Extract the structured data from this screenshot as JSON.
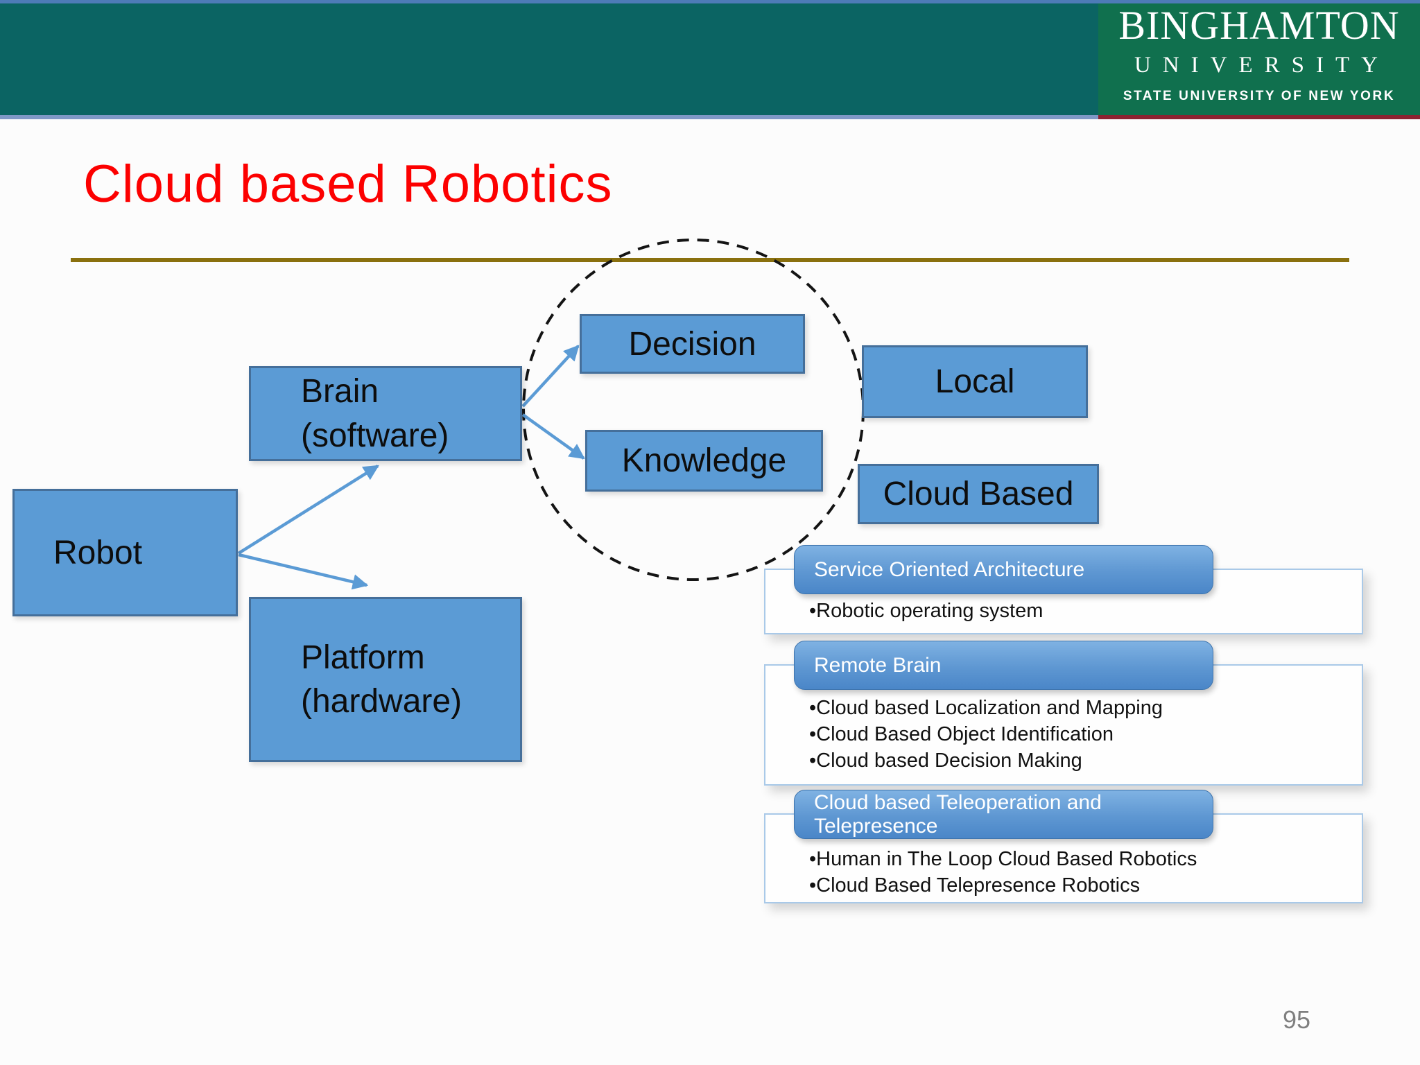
{
  "banner": {
    "logo": {
      "name": "BINGHAMTON",
      "type": "UNIVERSITY",
      "tagline": "STATE UNIVERSITY OF NEW YORK"
    }
  },
  "slide": {
    "title": "Cloud based Robotics",
    "page_number": "95"
  },
  "diagram": {
    "robot": "Robot",
    "brain_line1": "Brain",
    "brain_line2": "(software)",
    "platform_line1": "Platform",
    "platform_line2": "(hardware)",
    "decision": "Decision",
    "knowledge": "Knowledge",
    "local": "Local",
    "cloud_based": "Cloud Based"
  },
  "panels": [
    {
      "header": "Service Oriented Architecture",
      "bullets": [
        "Robotic operating system"
      ]
    },
    {
      "header": "Remote Brain",
      "bullets": [
        "Cloud based Localization and Mapping",
        "Cloud Based Object Identification",
        "Cloud based Decision Making"
      ]
    },
    {
      "header": "Cloud based Teleoperation and Telepresence",
      "bullets": [
        "Human in The Loop Cloud Based Robotics",
        "Cloud Based Telepresence Robotics"
      ]
    }
  ],
  "colors": {
    "box_blue": "#5b9bd5",
    "box_border": "#456f9a",
    "arrow_blue": "#5b9bd5",
    "title_red": "#fc0000",
    "gold_divider": "#8a700e",
    "banner_teal": "#0b6463",
    "logo_green": "#10704e",
    "logo_red_line": "#8c2332",
    "top_strip_blue": "#4e7bb7",
    "panel_header_top": "#7fb2e3",
    "panel_header_bottom": "#4a86c8",
    "panel_border": "#a9c9e8",
    "page_number_gray": "#7f7f7f"
  }
}
